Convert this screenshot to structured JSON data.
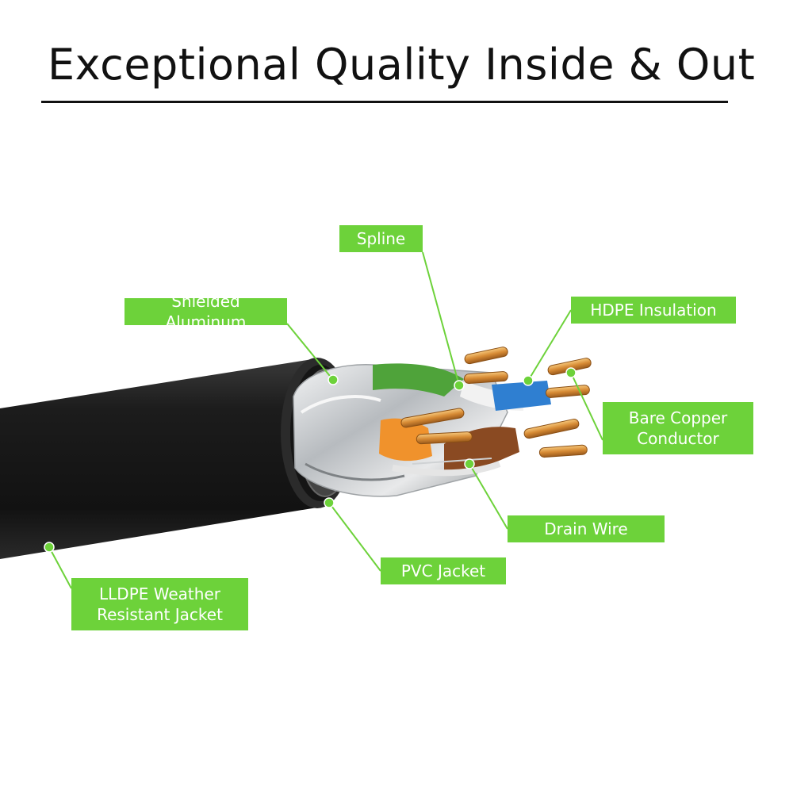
{
  "title": "Exceptional Quality Inside & Out",
  "colors": {
    "label_bg": "#6dd23a",
    "leader_line": "#6dd23a",
    "jacket": "#1b1b1b",
    "foil": "#c9ccd0",
    "copper": "#d68a34"
  },
  "labels": {
    "spline": "Spline",
    "shielded_aluminum": "Shielded Aluminum",
    "hdpe_insulation": "HDPE Insulation",
    "bare_copper_line1": "Bare Copper",
    "bare_copper_line2": "Conductor",
    "drain_wire": "Drain Wire",
    "pvc_jacket": "PVC Jacket",
    "lldpe_line1": "LLDPE Weather",
    "lldpe_line2": "Resistant Jacket"
  }
}
